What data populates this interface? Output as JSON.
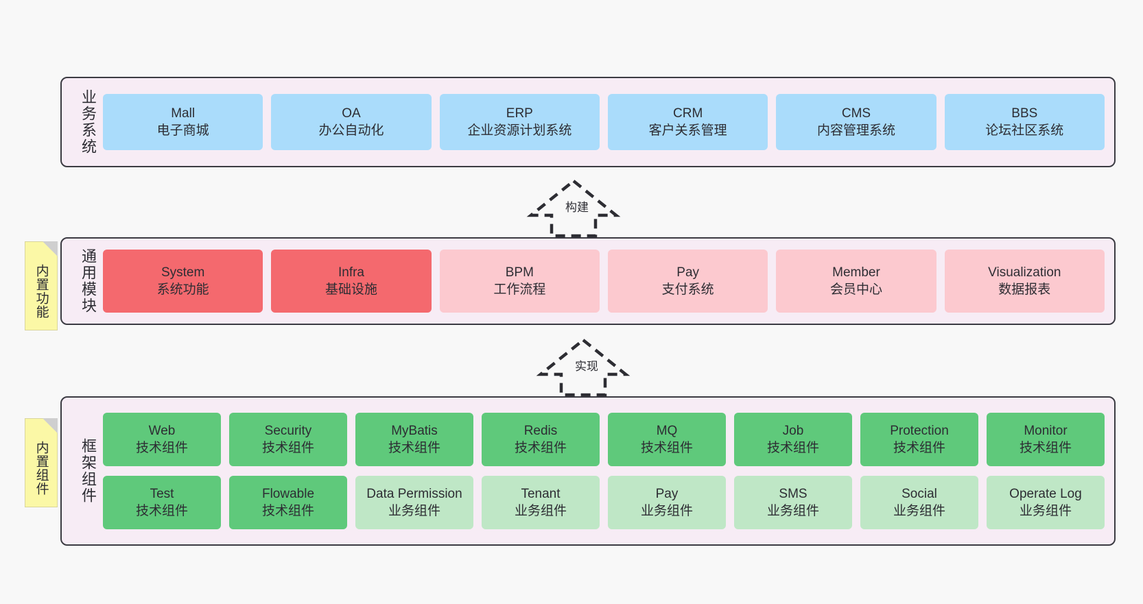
{
  "diagram": {
    "background_color": "#f8f8f8",
    "panel_color": "#f7ecf5",
    "panel_border_color": "#3b3b42",
    "note_color": "#fbf8a6"
  },
  "tiers": [
    {
      "id": "business-systems",
      "label": "业务系统",
      "accent": "#aadcfb",
      "cards": [
        {
          "title": "Mall",
          "subtitle": "电子商城"
        },
        {
          "title": "OA",
          "subtitle": "办公自动化"
        },
        {
          "title": "ERP",
          "subtitle": "企业资源计划系统"
        },
        {
          "title": "CRM",
          "subtitle": "客户关系管理"
        },
        {
          "title": "CMS",
          "subtitle": "内容管理系统"
        },
        {
          "title": "BBS",
          "subtitle": "论坛社区系统"
        }
      ]
    },
    {
      "id": "common-modules",
      "label": "通用模块",
      "note": "内置功能",
      "accent_primary": "#f4696e",
      "accent_secondary": "#fcc9cf",
      "cards": [
        {
          "title": "System",
          "subtitle": "系统功能",
          "emphasis": "primary"
        },
        {
          "title": "Infra",
          "subtitle": "基础设施",
          "emphasis": "primary"
        },
        {
          "title": "BPM",
          "subtitle": "工作流程",
          "emphasis": "secondary"
        },
        {
          "title": "Pay",
          "subtitle": "支付系统",
          "emphasis": "secondary"
        },
        {
          "title": "Member",
          "subtitle": "会员中心",
          "emphasis": "secondary"
        },
        {
          "title": "Visualization",
          "subtitle": "数据报表",
          "emphasis": "secondary"
        }
      ]
    },
    {
      "id": "framework-components",
      "label": "框架组件",
      "note": "内置组件",
      "accent_primary": "#5fc97b",
      "accent_secondary": "#bfe7c6",
      "row_tech": [
        {
          "title": "Web",
          "subtitle": "技术组件"
        },
        {
          "title": "Security",
          "subtitle": "技术组件"
        },
        {
          "title": "MyBatis",
          "subtitle": "技术组件"
        },
        {
          "title": "Redis",
          "subtitle": "技术组件"
        },
        {
          "title": "MQ",
          "subtitle": "技术组件"
        },
        {
          "title": "Job",
          "subtitle": "技术组件"
        },
        {
          "title": "Protection",
          "subtitle": "技术组件"
        },
        {
          "title": "Monitor",
          "subtitle": "技术组件"
        }
      ],
      "row_biz": [
        {
          "title": "Test",
          "subtitle": "技术组件"
        },
        {
          "title": "Flowable",
          "subtitle": "技术组件"
        },
        {
          "title": "Data Permission",
          "subtitle": "业务组件"
        },
        {
          "title": "Tenant",
          "subtitle": "业务组件"
        },
        {
          "title": "Pay",
          "subtitle": "业务组件"
        },
        {
          "title": "SMS",
          "subtitle": "业务组件"
        },
        {
          "title": "Social",
          "subtitle": "业务组件"
        },
        {
          "title": "Operate Log",
          "subtitle": "业务组件"
        }
      ]
    }
  ],
  "connectors": [
    {
      "id": "build",
      "label": "构建",
      "from": "common-modules",
      "to": "business-systems"
    },
    {
      "id": "implement",
      "label": "实现",
      "from": "framework-components",
      "to": "common-modules"
    }
  ]
}
